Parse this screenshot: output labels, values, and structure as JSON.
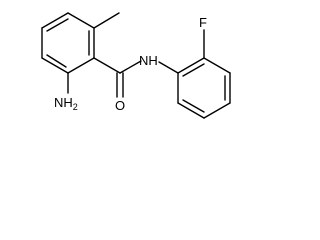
{
  "molecule": {
    "labels": {
      "amine": {
        "text": "NH",
        "sub": "2"
      },
      "carbonyl_oxygen": {
        "text": "O"
      },
      "amide_nitrogen": {
        "text": "N",
        "suffix": "H"
      },
      "fluorine": {
        "text": "F"
      }
    }
  },
  "colors": {
    "bond": "#000000",
    "text": "#000000",
    "background": "#ffffff"
  }
}
